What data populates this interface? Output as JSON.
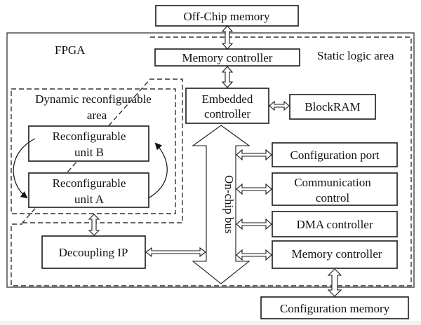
{
  "diagram": {
    "blocks": {
      "off_chip_memory": "Off-Chip memory",
      "fpga": "FPGA",
      "static_logic_area": "Static logic area",
      "memory_controller_top": "Memory controller",
      "embedded_controller": [
        "Embedded",
        "controller"
      ],
      "blockram": "BlockRAM",
      "dynamic_area": [
        "Dynamic reconfigurable",
        "area"
      ],
      "unit_b": [
        "Reconfigurable",
        "unit B"
      ],
      "unit_a": [
        "Reconfigurable",
        "unit A"
      ],
      "configuration_port": "Configuration port",
      "communication_control": [
        "Communication",
        "control"
      ],
      "dma_controller": "DMA controller",
      "memory_controller_bottom": "Memory controller",
      "decoupling_ip": "Decoupling IP",
      "on_chip_bus": "On-chip bus",
      "configuration_memory": "Configuration memory"
    },
    "connections": [
      {
        "from": "Off-Chip memory",
        "to": "Memory controller",
        "type": "bidirectional"
      },
      {
        "from": "Memory controller",
        "to": "Embedded controller",
        "type": "bidirectional"
      },
      {
        "from": "Embedded controller",
        "to": "BlockRAM",
        "type": "bidirectional"
      },
      {
        "from": "On-chip bus",
        "to": "Configuration port",
        "type": "bidirectional"
      },
      {
        "from": "On-chip bus",
        "to": "Communication control",
        "type": "bidirectional"
      },
      {
        "from": "On-chip bus",
        "to": "DMA controller",
        "type": "bidirectional"
      },
      {
        "from": "On-chip bus",
        "to": "Memory controller",
        "type": "bidirectional"
      },
      {
        "from": "Decoupling IP",
        "to": "On-chip bus",
        "type": "bidirectional"
      },
      {
        "from": "Dynamic reconfigurable area",
        "to": "Decoupling IP",
        "type": "bidirectional"
      },
      {
        "from": "Memory controller",
        "to": "Configuration memory",
        "type": "bidirectional"
      },
      {
        "from": "Reconfigurable unit B",
        "to": "Reconfigurable unit A",
        "type": "cyclic"
      }
    ]
  }
}
